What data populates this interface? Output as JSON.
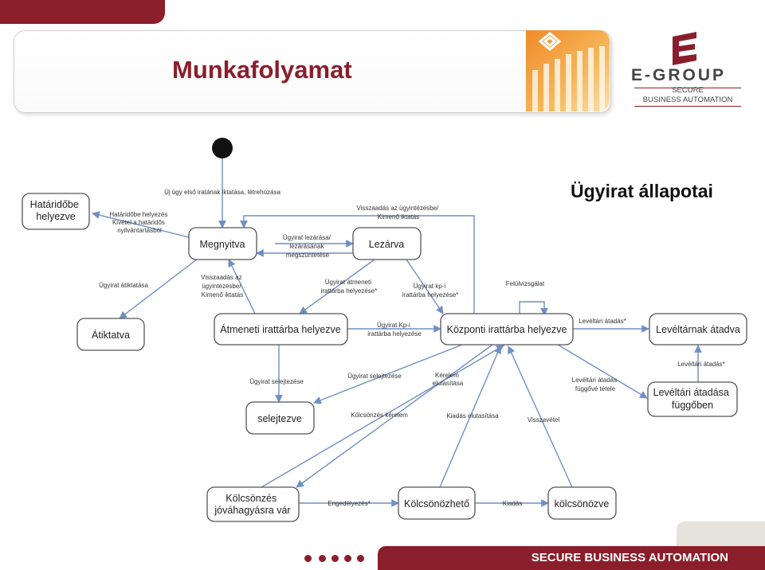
{
  "slide": {
    "title": "Munkafolyamat",
    "subtitle": "Ügyirat állapotai",
    "footer": "SECURE BUSINESS AUTOMATION"
  },
  "logo": {
    "word": "E-GROUP",
    "line1": "SECURE",
    "line2": "BUSINESS AUTOMATION"
  },
  "states": {
    "hataridobe": [
      "Határidőbe",
      "helyezve"
    ],
    "megnyitva": [
      "Megnyitva"
    ],
    "lezarva": [
      "Lezárva"
    ],
    "atiktatva": [
      "Átiktatva"
    ],
    "atmeneti": [
      "Átmeneti irattárba helyezve"
    ],
    "kozponti": [
      "Központi irattárba helyezve"
    ],
    "leveltarnak": [
      "Levéltárnak átadva"
    ],
    "selejtezve": [
      "selejtezve"
    ],
    "leveltari_fuggo": [
      "Levéltári átadása",
      "függőben"
    ],
    "kolcsonzes_vár": [
      "Kölcsönzés",
      "jóváhagyásra vár"
    ],
    "kolcsonozheto": [
      "Kölcsönözhető"
    ],
    "kolcsonozve": [
      "kölcsönözve"
    ]
  },
  "transitions": {
    "uj_ugy": [
      "Új ügy első iratának iktatása, létrehozása"
    ],
    "hataridobe_helyezes": [
      "Határidőbe helyezés",
      "Kivétel a határidős",
      "nyilvántartásból"
    ],
    "lezaras": [
      "Ügyirat lezárása/",
      "lezárásának",
      "megszüntetése"
    ],
    "visszaadas_top": [
      "Visszaadás az ügyintézésbe/",
      "Kimenő iktatás"
    ],
    "atiktatas": [
      "Ügyirat átiktatása"
    ],
    "visszaadas_left": [
      "Visszaadás az",
      "ügyintézésbe/",
      "Kimenő iktatás"
    ],
    "atmeneti_helyezes": [
      "Ügyirat átmeneti",
      "irattárba helyezése*"
    ],
    "kpi_helyezes": [
      "Ügyirat kp-i",
      "irattárba helyezése*"
    ],
    "felulvizsgalat": [
      "Felülvizsgálat"
    ],
    "kpi_helyezes2": [
      "Ügyirat Kp-i",
      "irattárba helyezése"
    ],
    "leveltari_atadas1": [
      "Levéltári átadás*"
    ],
    "selejtezes1": [
      "Ügyirat selejtezése"
    ],
    "selejtezes2": [
      "Ügyirat selejtezése"
    ],
    "kerelem": [
      "Kérelem",
      "elutasítása"
    ],
    "leveltari_fuggo": [
      "Levéltári átadás",
      "függővé tétele"
    ],
    "leveltari_atadas2": [
      "Levéltári átadás*"
    ],
    "kolcsonzes_kerelem": [
      "Kölcsönzés kérelem"
    ],
    "kiadas_elutasitasa": [
      "Kiadás elutasítása"
    ],
    "visszavetel": [
      "Visszavétel"
    ],
    "engedelyezes": [
      "Engedélyezés*"
    ],
    "kiadas": [
      "Kiadás"
    ]
  },
  "colors": {
    "brand": "#8b1e2b",
    "arrow": "#6f8fc4",
    "box_border": "#555555"
  }
}
